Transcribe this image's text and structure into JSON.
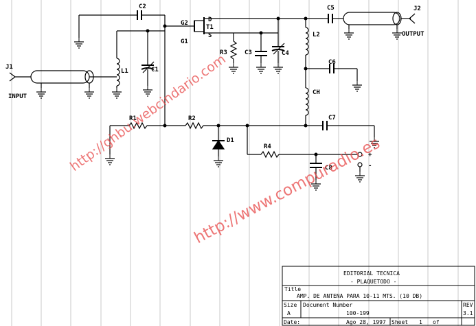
{
  "watermarks": [
    "http://ghbu.webcindario.com",
    "http://www.compuradio.es"
  ],
  "labels": {
    "j1": "J1",
    "input": "INPUT",
    "j2": "J2",
    "output": "OUTPUT",
    "c1": "C1",
    "c2": "C2",
    "c3": "C3",
    "c4": "C4",
    "c5": "C5",
    "c6": "C6",
    "c7": "C7",
    "c8": "C8",
    "l1": "L1",
    "l2": "L2",
    "ch": "CH",
    "r1": "R1",
    "r2": "R2",
    "r3": "R3",
    "r4": "R4",
    "d1": "D1",
    "t1": "T1",
    "g1": "G1",
    "g2": "G2",
    "d": "D",
    "s": "S",
    "plus": "+",
    "minus": "-"
  },
  "title_block": {
    "company": "EDITORIAL TECNICA",
    "subtitle": "- PLAQUETODO -",
    "title_label": "Title",
    "title": "AMP. DE ANTENA PARA 10-11 MTS. (10 DB)",
    "size_label": "Size",
    "size": "A",
    "docnum_label": "Document Number",
    "docnum": "100-199",
    "rev_label": "REV",
    "rev": "3.1",
    "date_label": "Date:",
    "date": "Ago 28, 1997",
    "sheet_label": "Sheet",
    "sheet": "1",
    "of_label": "of"
  }
}
